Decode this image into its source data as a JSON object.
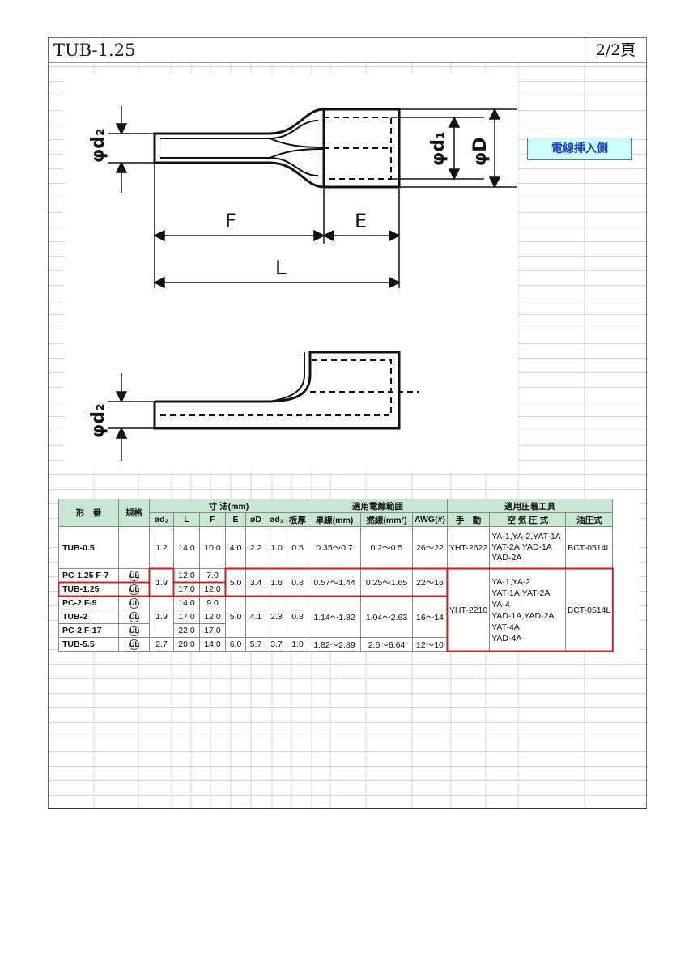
{
  "header": {
    "title": "TUB-1.25",
    "page": "2/2頁"
  },
  "drawing": {
    "labels": {
      "d2": "φd₂",
      "d1": "φd₁",
      "D": "φD",
      "F": "F",
      "E": "E",
      "L": "L"
    },
    "insert_side_label": "電線挿入側"
  },
  "table": {
    "head1": {
      "model": "形　番",
      "std": "規格",
      "dims": "寸 法(mm)",
      "wire": "適用電線範囲",
      "tools": "適用圧着工具"
    },
    "head2": [
      "ød₂",
      "L",
      "F",
      "E",
      "øD",
      "ød₁",
      "板厚",
      "単線(mm)",
      "撚線(mm²)",
      "AWG(#)",
      "手　動",
      "空 気 圧 式",
      "油圧式"
    ],
    "ul_icon": "ul-listed-icon",
    "ul_mark": "UL",
    "rows": [
      {
        "model": "TUB-0.5",
        "d2": "1.2",
        "L": "14.0",
        "F": "10.0",
        "E": "4.0",
        "D": "2.2",
        "d1": "1.0",
        "t": "0.5",
        "solid": "0.35〜0.7",
        "stranded": "0.2〜0.5",
        "awg": "26〜22",
        "manual": "YHT-2622",
        "air_lines": [
          "YA-1,YA-2,YAT-1A",
          "YAT-2A,YAD-1A",
          "YAD-2A"
        ],
        "hyd": "BCT-0514L"
      },
      {
        "group": true,
        "models": [
          "PC-1.25 F-7",
          "TUB-1.25",
          "PC-2 F-9",
          "TUB-2",
          "PC-2 F-17",
          "TUB-5.5"
        ],
        "d2_a": "1.9",
        "d2_b": "1.9",
        "d2_c": "2.7",
        "L": [
          "12.0",
          "17.0",
          "14.0",
          "17.0",
          "22.0",
          "20.0"
        ],
        "F": [
          "7.0",
          "12.0",
          "9.0",
          "12.0",
          "17.0",
          "14.0"
        ],
        "E_a": "5.0",
        "D_a": "3.4",
        "d1_a": "1.6",
        "t_a": "0.8",
        "E_b": "5.0",
        "D_b": "4.1",
        "d1_b": "2.3",
        "t_b": "0.8",
        "E_c": "6.0",
        "D_c": "5.7",
        "d1_c": "3.7",
        "t_c": "1.0",
        "solid_a": "0.57〜1.44",
        "stranded_a": "0.25〜1.65",
        "awg_a": "22〜16",
        "solid_b": "1.14〜1.82",
        "stranded_b": "1.04〜2.63",
        "awg_b": "16〜14",
        "solid_c": "1.82〜2.89",
        "stranded_c": "2.6〜6.64",
        "awg_c": "12〜10",
        "manual": "YHT-2210",
        "air_lines": [
          "YA-1,YA-2",
          "YAT-1A,YAT-2A",
          "YA-4",
          "YAD-1A,YAD-2A",
          "YAT-4A",
          "YAD-4A"
        ],
        "hyd": "BCT-0514L"
      }
    ]
  }
}
